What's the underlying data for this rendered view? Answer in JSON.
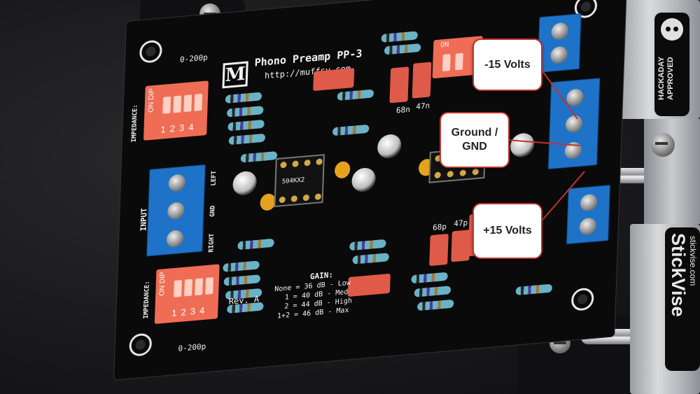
{
  "photo": {
    "board_title": "Phono Preamp PP-3",
    "board_url": "http://muffsy.com",
    "logo_letter": "M",
    "revision": "Rev. A",
    "gain_title": "GAIN:",
    "gain_rows": [
      "None = 36 dB - Low",
      "1 = 40 dB - Med",
      "2 = 44 dB - High",
      "1+2 = 46 dB - Max"
    ],
    "impedance_label": "IMPEDANCE:",
    "dip_label_top": "ON DIP",
    "dip_numbers": "1234",
    "dip_right_on": "ON",
    "cap_range_top": "0-200p",
    "cap_range_bottom": "0-200p",
    "input_label": "INPUT",
    "left_label": "LEFT",
    "gnd_label": "GND",
    "right_label": "RIGHT",
    "ic_label": "504KX2",
    "cap_68n": "68n",
    "cap_47n": "47n",
    "cap_68p": "68p",
    "cap_47p": "47p",
    "hackaday_text": "HACKADAY APPROVED",
    "stickvise_big": "StickVise",
    "stickvise_small": "stickvise.com"
  },
  "callouts": {
    "minus": "-15 Volts",
    "ground": "Ground / GND",
    "plus": "+15 Volts",
    "line_color": "#c0322a"
  }
}
